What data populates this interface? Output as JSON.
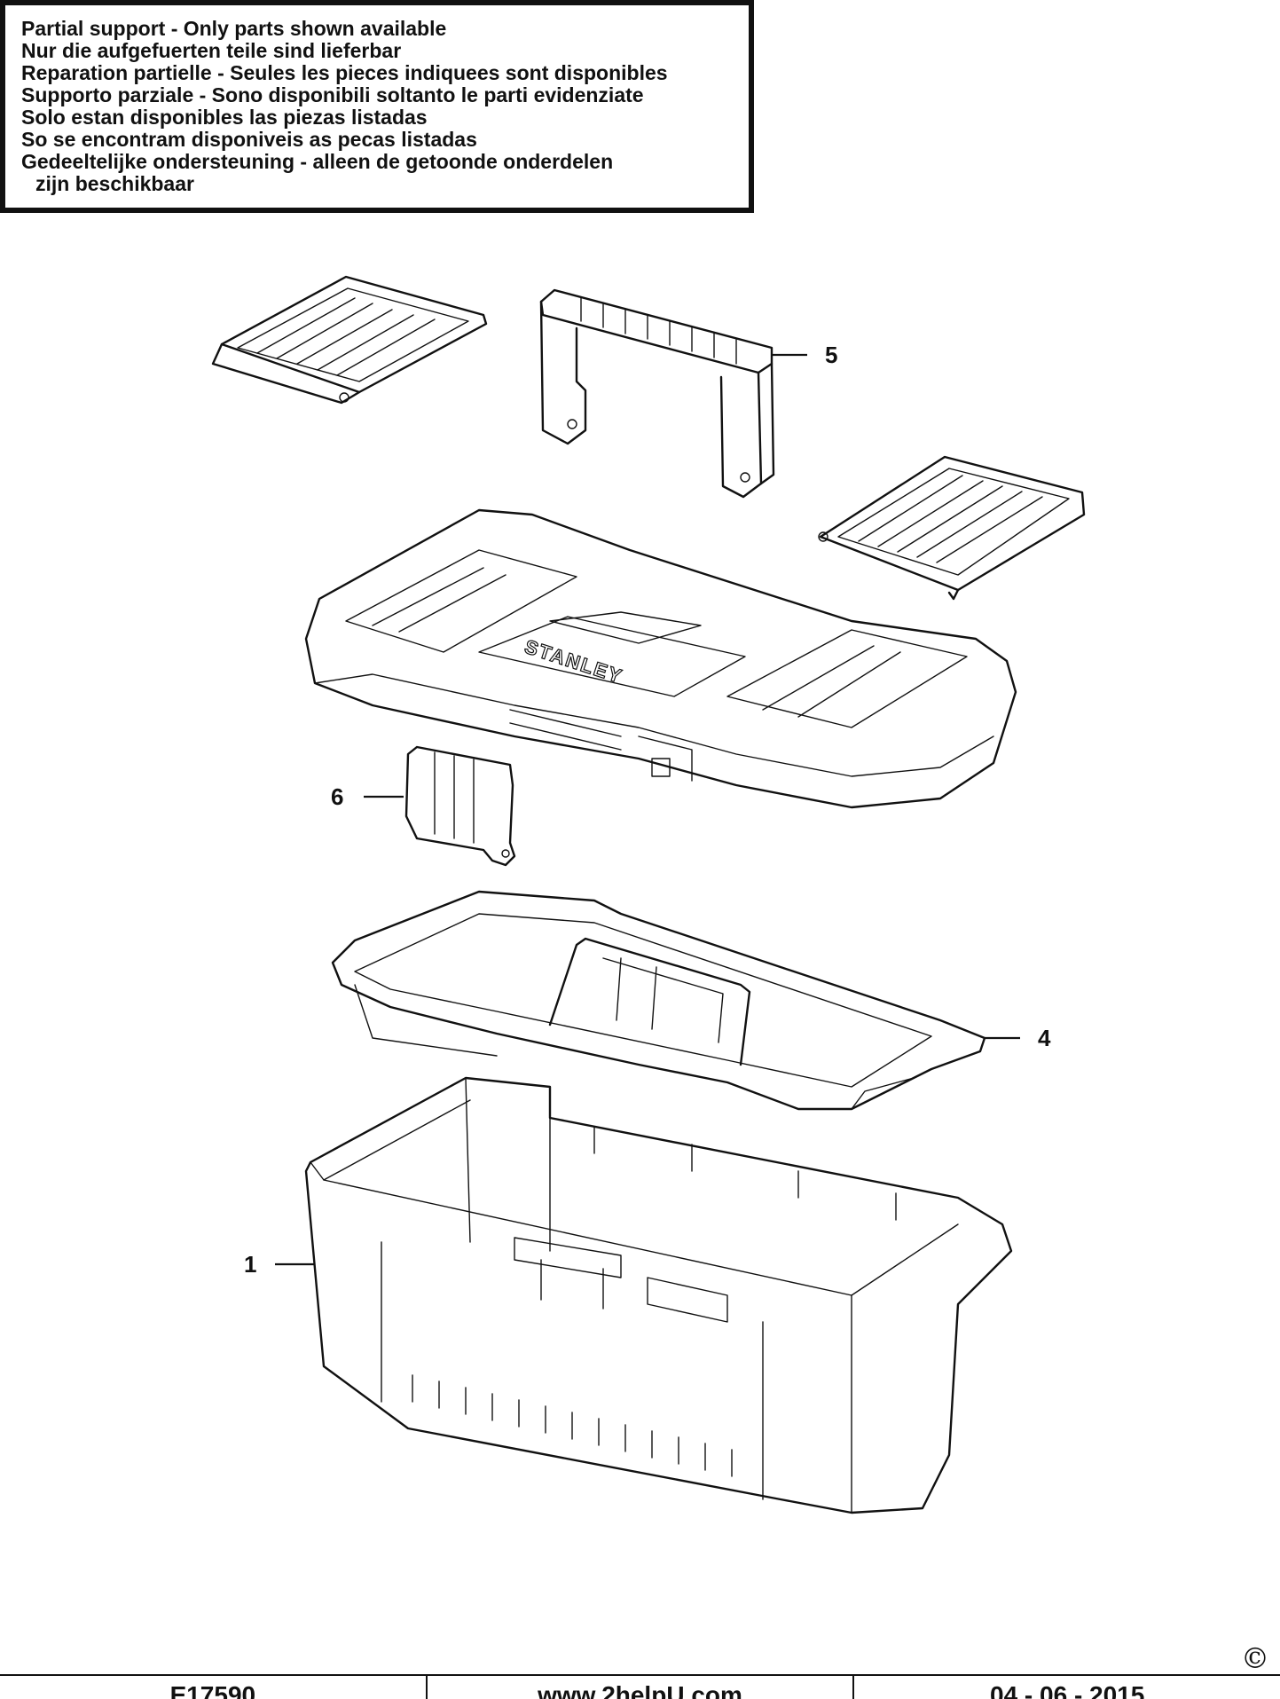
{
  "notice": {
    "lines": [
      "Partial support - Only parts shown available",
      "Nur die aufgefuerten teile sind lieferbar",
      "Reparation partielle - Seules les pieces indiquees sont disponibles",
      "Supporto parziale - Sono disponibili soltanto le parti evidenziate",
      "Solo estan disponibles las piezas listadas",
      "So se encontram disponiveis as pecas listadas",
      "Gedeeltelijke ondersteuning - alleen de getoonde onderdelen",
      "zijn beschikbaar"
    ]
  },
  "callouts": {
    "handle": "5",
    "latch": "6",
    "tray": "4",
    "box": "1"
  },
  "lid": {
    "brand": "STANLEY"
  },
  "copyright_symbol": "©",
  "footer": {
    "code": "E17590",
    "website": "www.2helpU.com",
    "date": "04 - 06 - 2015"
  }
}
